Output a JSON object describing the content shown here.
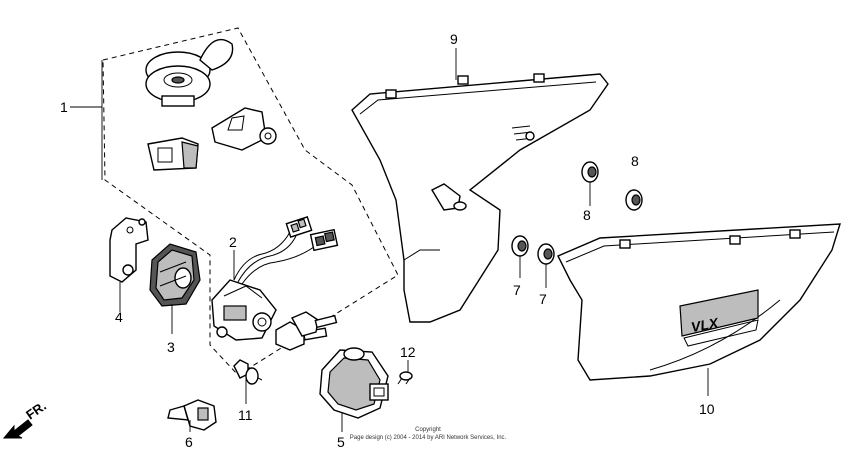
{
  "callouts": {
    "c1": "1",
    "c2": "2",
    "c3": "3",
    "c4": "4",
    "c5": "5",
    "c6": "6",
    "c7a": "7",
    "c7b": "7",
    "c8a": "8",
    "c8b": "8",
    "c9": "9",
    "c10": "10",
    "c11": "11",
    "c12": "12"
  },
  "direction": {
    "label": "FR."
  },
  "emblem": {
    "text": "VLX"
  },
  "copyright": {
    "line1": "Copyright",
    "line2": "Page design (c) 2004 - 2014 by ARI Network Services, Inc."
  }
}
